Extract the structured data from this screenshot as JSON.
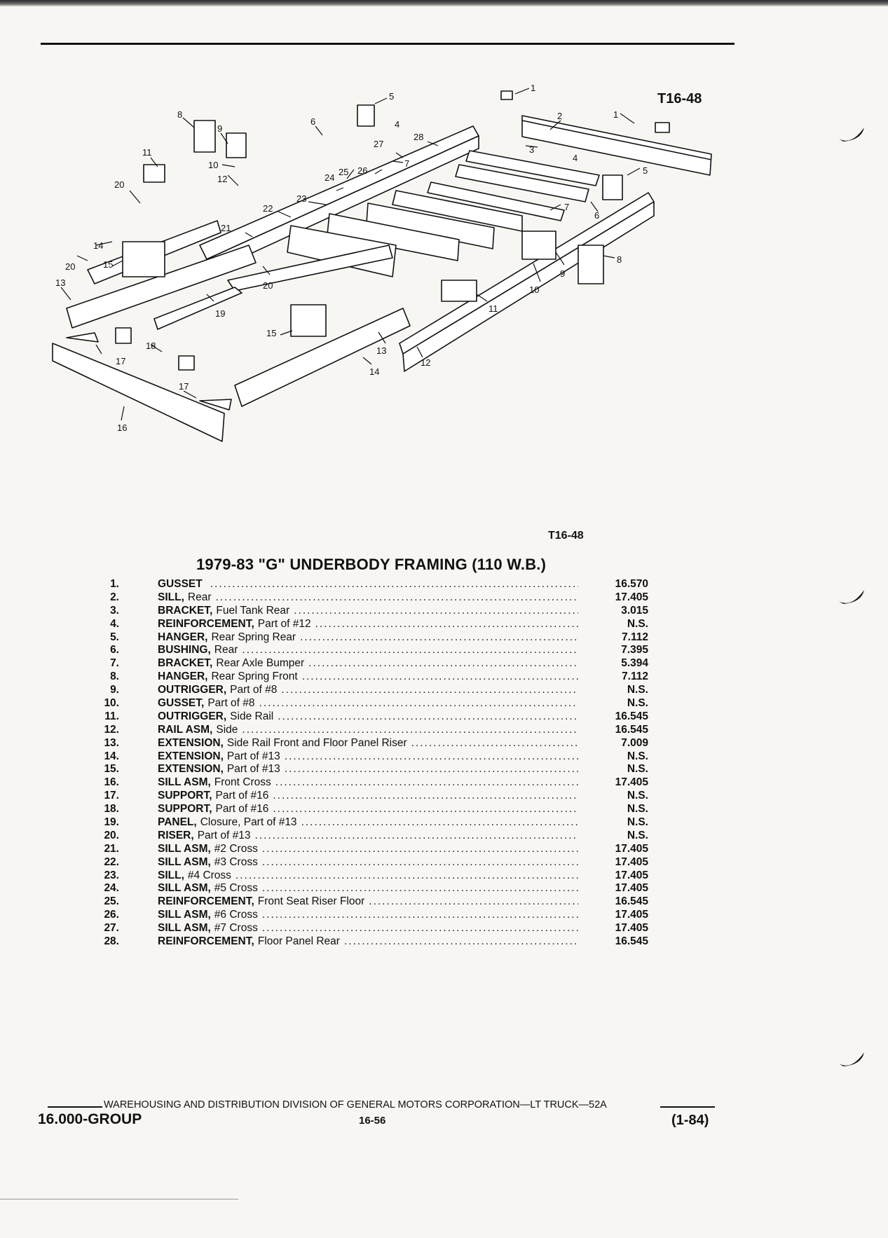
{
  "figure": {
    "code": "T16-48",
    "code_bottom": "T16-48"
  },
  "title": "1979-83 \"G\" UNDERBODY FRAMING (110 W.B.)",
  "parts": [
    {
      "num": "1.",
      "name": "GUSSET",
      "desc": "",
      "group": "16.570"
    },
    {
      "num": "2.",
      "name": "SILL,",
      "desc": "Rear",
      "group": "17.405"
    },
    {
      "num": "3.",
      "name": "BRACKET,",
      "desc": "Fuel Tank Rear",
      "group": "3.015"
    },
    {
      "num": "4.",
      "name": "REINFORCEMENT,",
      "desc": "Part of #12",
      "group": "N.S."
    },
    {
      "num": "5.",
      "name": "HANGER,",
      "desc": "Rear Spring Rear",
      "group": "7.112"
    },
    {
      "num": "6.",
      "name": "BUSHING,",
      "desc": "Rear",
      "group": "7.395"
    },
    {
      "num": "7.",
      "name": "BRACKET,",
      "desc": "Rear Axle Bumper",
      "group": "5.394"
    },
    {
      "num": "8.",
      "name": "HANGER,",
      "desc": "Rear Spring Front",
      "group": "7.112"
    },
    {
      "num": "9.",
      "name": "OUTRIGGER,",
      "desc": "Part of #8",
      "group": "N.S."
    },
    {
      "num": "10.",
      "name": "GUSSET,",
      "desc": "Part of #8",
      "group": "N.S."
    },
    {
      "num": "11.",
      "name": "OUTRIGGER,",
      "desc": "Side Rail",
      "group": "16.545"
    },
    {
      "num": "12.",
      "name": "RAIL ASM,",
      "desc": "Side",
      "group": "16.545"
    },
    {
      "num": "13.",
      "name": "EXTENSION,",
      "desc": "Side Rail Front and Floor Panel Riser",
      "group": "7.009"
    },
    {
      "num": "14.",
      "name": "EXTENSION,",
      "desc": "Part of #13",
      "group": "N.S."
    },
    {
      "num": "15.",
      "name": "EXTENSION,",
      "desc": "Part of #13",
      "group": "N.S."
    },
    {
      "num": "16.",
      "name": "SILL ASM,",
      "desc": "Front Cross",
      "group": "17.405"
    },
    {
      "num": "17.",
      "name": "SUPPORT,",
      "desc": "Part of #16",
      "group": "N.S."
    },
    {
      "num": "18.",
      "name": "SUPPORT,",
      "desc": "Part of #16",
      "group": "N.S."
    },
    {
      "num": "19.",
      "name": "PANEL,",
      "desc": "Closure, Part of #13",
      "group": "N.S."
    },
    {
      "num": "20.",
      "name": "RISER,",
      "desc": "Part of #13",
      "group": "N.S."
    },
    {
      "num": "21.",
      "name": "SILL ASM,",
      "desc": "#2 Cross",
      "group": "17.405"
    },
    {
      "num": "22.",
      "name": "SILL ASM,",
      "desc": "#3 Cross",
      "group": "17.405"
    },
    {
      "num": "23.",
      "name": "SILL,",
      "desc": "#4 Cross",
      "group": "17.405"
    },
    {
      "num": "24.",
      "name": "SILL ASM,",
      "desc": "#5 Cross",
      "group": "17.405"
    },
    {
      "num": "25.",
      "name": "REINFORCEMENT,",
      "desc": "Front Seat Riser Floor",
      "group": "16.545"
    },
    {
      "num": "26.",
      "name": "SILL ASM,",
      "desc": "#6 Cross",
      "group": "17.405"
    },
    {
      "num": "27.",
      "name": "SILL ASM,",
      "desc": "#7 Cross",
      "group": "17.405"
    },
    {
      "num": "28.",
      "name": "REINFORCEMENT,",
      "desc": "Floor Panel Rear",
      "group": "16.545"
    }
  ],
  "footer": {
    "division": "WAREHOUSING AND DISTRIBUTION  DIVISION OF GENERAL MOTORS CORPORATION—LT TRUCK—52A",
    "group": "16.000-GROUP",
    "page": "16-56",
    "date": "(1-84)"
  },
  "callouts": {
    "c1a": "1",
    "c1b": "1",
    "c2": "2",
    "c3": "3",
    "c4a": "4",
    "c4b": "4",
    "c5a": "5",
    "c5b": "5",
    "c6a": "6",
    "c6b": "6",
    "c7a": "7",
    "c7b": "7",
    "c8a": "8",
    "c8b": "8",
    "c9a": "9",
    "c9b": "9",
    "c10a": "10",
    "c10b": "10",
    "c11a": "11",
    "c11b": "11",
    "c12a": "12",
    "c12b": "12",
    "c13a": "13",
    "c13b": "13",
    "c14a": "14",
    "c14b": "14",
    "c15a": "15",
    "c15b": "15",
    "c16": "16",
    "c17a": "17",
    "c17b": "17",
    "c18": "18",
    "c19": "19",
    "c20a": "20",
    "c20b": "20",
    "c20c": "20",
    "c21": "21",
    "c22": "22",
    "c23": "23",
    "c24": "24",
    "c25": "25",
    "c26": "26",
    "c27": "27",
    "c28": "28"
  }
}
